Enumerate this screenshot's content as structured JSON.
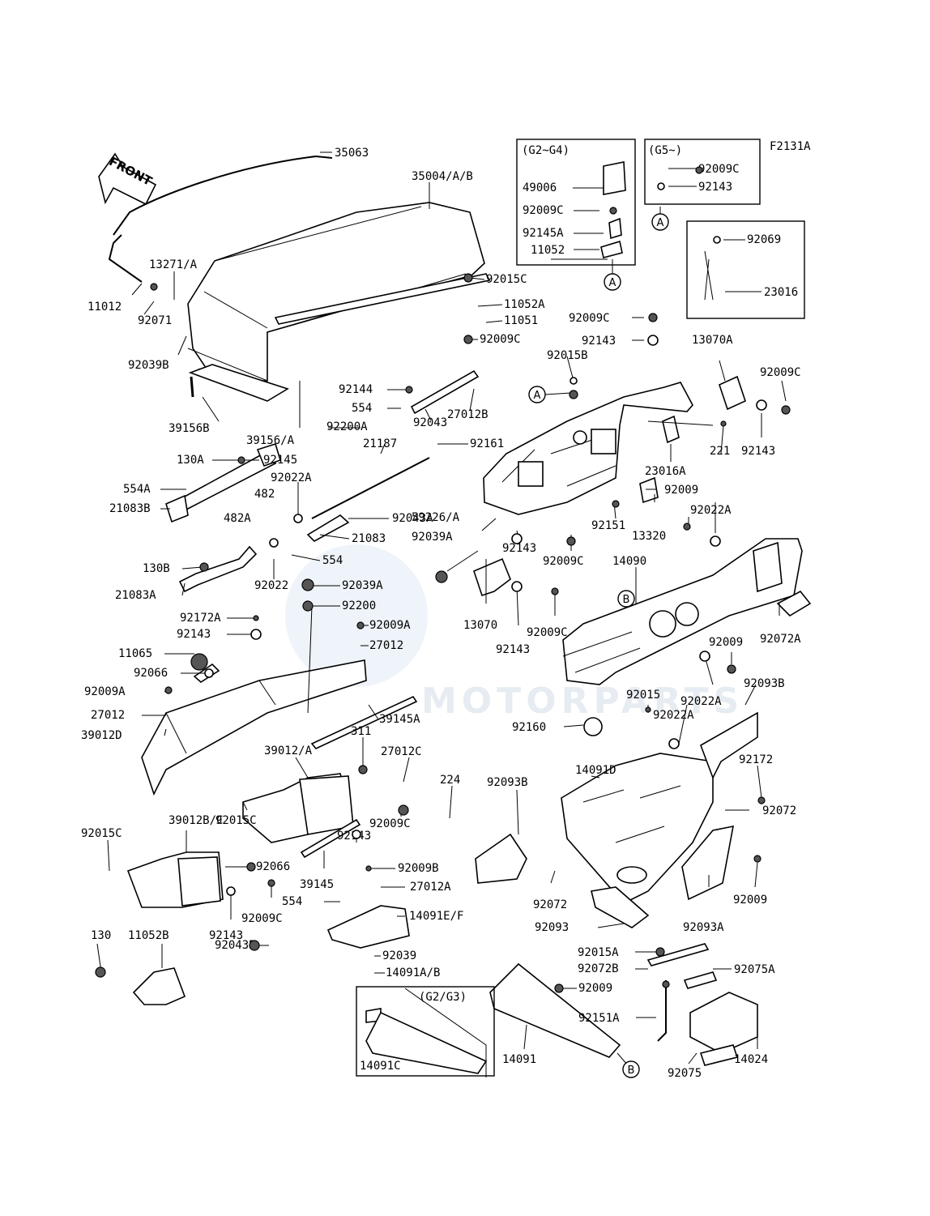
{
  "figure_code": "F2131A",
  "front_arrow_label": "FRONT",
  "watermark_text": "MOTORPARTS",
  "group_labels": {
    "g2_g4": "(G2~G4)",
    "g5": "(G5~)",
    "g2_g3": "(G2/G3)"
  },
  "markers": {
    "a": "A",
    "b": "B"
  },
  "parts": {
    "p35063": "35063",
    "p35004": "35004/A/B",
    "p13271": "13271/A",
    "p11012": "11012",
    "p92071": "92071",
    "p92039B": "92039B",
    "p39156B": "39156B",
    "p39156A": "39156/A",
    "p92200A": "92200A",
    "p92015C_top": "92015C",
    "p11052A": "11052A",
    "p11051": "11051",
    "p92009C_top": "92009C",
    "p92144": "92144",
    "p554_top": "554",
    "p27012B": "27012B",
    "p92043": "92043",
    "p92161": "92161",
    "p21187": "21187",
    "p130A": "130A",
    "p92145": "92145",
    "p92022A_left": "92022A",
    "p554A": "554A",
    "p21083B": "21083B",
    "p482": "482",
    "p482A": "482A",
    "p92043A": "92043A",
    "p21083": "21083",
    "p554_mid": "554",
    "p130B": "130B",
    "p21083A": "21083A",
    "p92022": "92022",
    "p92039A_mid": "92039A",
    "p92200": "92200",
    "p59226": "59226/A",
    "p92039A_right": "92039A",
    "p92172A": "92172A",
    "p92143_left": "92143",
    "p11065": "11065",
    "p92066": "92066",
    "p92009A_left": "92009A",
    "p92009A_mid": "92009A",
    "p27012_mid": "27012",
    "p27012_left": "27012",
    "p39012D": "39012D",
    "p39145A": "39145A",
    "p311": "311",
    "p27012C": "27012C",
    "p224": "224",
    "p39012A": "39012/A",
    "p39012BC": "39012B/C",
    "p92015C_left": "92015C",
    "p92015C_mid": "92015C",
    "p92009C_mid": "92009C",
    "p92143_mid": "92143",
    "p92066_low": "92066",
    "p39145": "39145",
    "p92143_low": "92143",
    "p554_low": "554",
    "p92009B": "92009B",
    "p27012A": "27012A",
    "p92009C_low": "92009C",
    "p14091EF": "14091E/F",
    "p130": "130",
    "p11052B": "11052B",
    "p92043B": "92043B",
    "p92039": "92039",
    "p14091AB": "14091A/B",
    "p14091C": "14091C",
    "p49006": "49006",
    "p92009C_box": "92009C",
    "p92145A": "92145A",
    "p11052": "11052",
    "p92009C_g5": "92009C",
    "p92143_g5": "92143",
    "p92069": "92069",
    "p23016": "23016",
    "p92009C_r1": "92009C",
    "p92143_r1": "92143",
    "p13070A": "13070A",
    "p92015B": "92015B",
    "p92009C_r2": "92009C",
    "p92143_r2": "92143",
    "p221": "221",
    "p23016A": "23016A",
    "p92009_r1": "92009",
    "p92022A_r1": "92022A",
    "p92151": "92151",
    "p13320": "13320",
    "p92143_r3": "92143",
    "p92009C_r3": "92009C",
    "p14090": "14090",
    "p13070": "13070",
    "p92009C_r4": "92009C",
    "p92143_r4": "92143",
    "p92072A": "92072A",
    "p92009_r2": "92009",
    "p92022A_r2": "92022A",
    "p92093B_r": "92093B",
    "p92015": "92015",
    "p92022A_r3": "92022A",
    "p92160": "92160",
    "p92172": "92172",
    "p14091D": "14091D",
    "p92072_r": "92072",
    "p92093B_l": "92093B",
    "p92072_low": "92072",
    "p92093": "92093",
    "p92093A": "92093A",
    "p92009_r3": "92009",
    "p92015A": "92015A",
    "p92072B": "92072B",
    "p92075A": "92075A",
    "p92009_low": "92009",
    "p92151A": "92151A",
    "p14024": "14024",
    "p14091": "14091",
    "p92075": "92075"
  }
}
